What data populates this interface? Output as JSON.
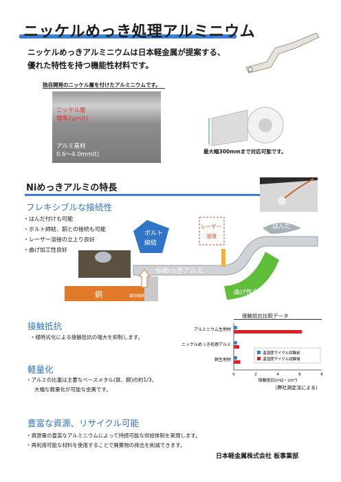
{
  "header": {
    "title": "ニッケルめっき処理アルミニウム",
    "intro_line1": "ニッケルめっきアルミニウムは日本軽金属が提案する、",
    "intro_line2": "優れた特性を持つ機能性材料です。"
  },
  "cross_section": {
    "caption": "独自開発のニッケル層を付けたアルミニウムです。",
    "ni_label": "ニッケル層",
    "ni_value": "標準2μm(t)",
    "al_label": "アルミ基材",
    "al_value": "0.6～4.0mm(t)"
  },
  "coil": {
    "caption": "最大幅300mmまで対応可能です。"
  },
  "features": {
    "title": "Niめっきアルミの特長",
    "flex_title": "フレキシブルな接続性",
    "bullets": [
      "・はんだ付けも可能",
      "・ボルト締結、銅との接続も可能",
      "・レーザー溶接の立上り良好",
      "・曲げ加工性良好"
    ]
  },
  "diagram": {
    "bolt": "ボルト",
    "bolt2": "締結",
    "laser": "レーザー",
    "laser2": "溶接",
    "solder": "はんだ",
    "strip": "Niめっきアルミ",
    "bend": "曲げ性良し",
    "copper": "銅",
    "pressure": "異材接続"
  },
  "contact": {
    "title": "接触抵抗",
    "body": "・経時劣化による接触抵抗の増大を抑制します。"
  },
  "light": {
    "title": "軽量化",
    "body1": "・アルミの比重は主要なベースメタル(鉄、銅)の約1/3。",
    "body2": "大幅な軽量化が可能な金属です。"
  },
  "recycle": {
    "title": "豊富な資源、リサイクル可能",
    "body1": "・資源量の豊富なアルミニウムによって持続可能な供給体制を実現します。",
    "body2": "・再利用可能な材料を使用することで廃棄物の排出を削減できます。"
  },
  "chart_data": {
    "type": "bar",
    "title": "接触抵抗比較データ",
    "categories": [
      "アルミニウム生地材",
      "ニッケルめっき処理アルミ",
      "銅生地材"
    ],
    "series": [
      {
        "name": "温湿度サイクル試験前",
        "color": "#3a7fd0",
        "values": [
          0.3,
          0.3,
          0.3
        ]
      },
      {
        "name": "温湿度サイクル試験後",
        "color": "#e02020",
        "values": [
          6.2,
          0.5,
          0.6
        ]
      }
    ],
    "xlabel": "接触抵抗(mΩ・cm²)",
    "xlim": [
      0,
      8
    ],
    "xticks": [
      "0",
      "2",
      "4",
      "6",
      "8"
    ],
    "note": "（弊社測定法による）"
  },
  "footer": {
    "company": "日本軽金属株式会社 板事業部"
  }
}
